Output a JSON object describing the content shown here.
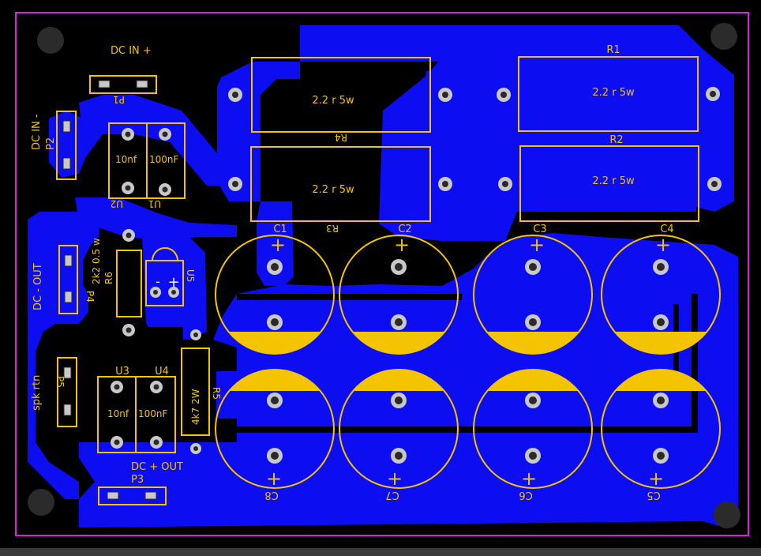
{
  "colors": {
    "background": "#000000",
    "copper": "#0d0df2",
    "silkscreen": "#f5c400",
    "outline": "#e01ee0",
    "pad": "#c8c8c8",
    "hole": "#2a2a2a",
    "mount": "#2b2b2b",
    "bar": "#3a3a3a"
  },
  "labels": {
    "dc_in_plus": "DC IN +",
    "dc_in_minus": "DC IN -",
    "dc_minus_out": "DC - OUT",
    "spk_rtn": "spk rtn",
    "dc_plus_out": "DC + OUT",
    "p1": "P1",
    "p2": "P2",
    "p3": "P3",
    "p4": "P4",
    "p5": "P5",
    "u1": "U1",
    "u2": "U2",
    "u3": "U3",
    "u4": "U4",
    "u5": "U5",
    "u_10nf": "10nf",
    "u_100nf": "100nF",
    "r1": "R1",
    "r2": "R2",
    "r3": "R3",
    "r4": "R4",
    "r5": "R5",
    "r6": "R6",
    "r_big_value": "2.2 r 5w",
    "r5_value": "4k7 2W",
    "r6_value": "2k2 0.5 w",
    "c1": "C1",
    "c2": "C2",
    "c3": "C3",
    "c4": "C4",
    "c5": "C5",
    "c6": "C6",
    "c7": "C7",
    "c8": "C8",
    "plus": "+",
    "minus": "-"
  }
}
